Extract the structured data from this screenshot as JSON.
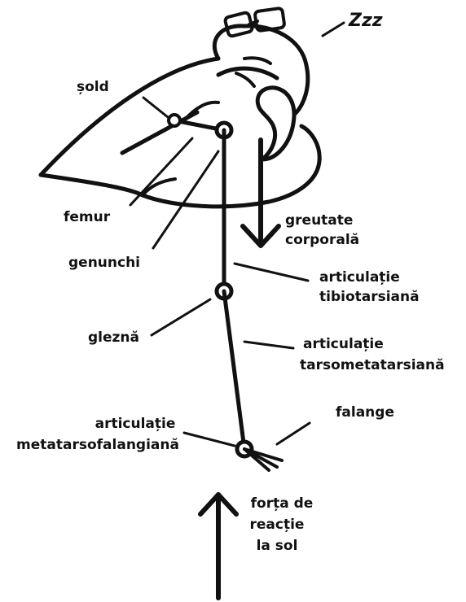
{
  "labels": {
    "sleep": "Zzz",
    "hip": "șold",
    "femur": "femur",
    "knee": "genunchi",
    "body_weight": [
      "greutate",
      "corporală"
    ],
    "tibiotarsal_joint": [
      "articulație",
      "tibiotarsiană"
    ],
    "ankle": "gleznă",
    "tarsometatarsal_joint": [
      "articulație",
      "tarsometatarsiană"
    ],
    "toes": "falange",
    "metatarsophalangeal_joint": [
      "articulație",
      "metatarsofalangiană"
    ],
    "ground_reaction_force": [
      "forța de",
      "reacție",
      "la sol"
    ]
  },
  "colors": {
    "ink": "#111111",
    "background": "#ffffff"
  }
}
